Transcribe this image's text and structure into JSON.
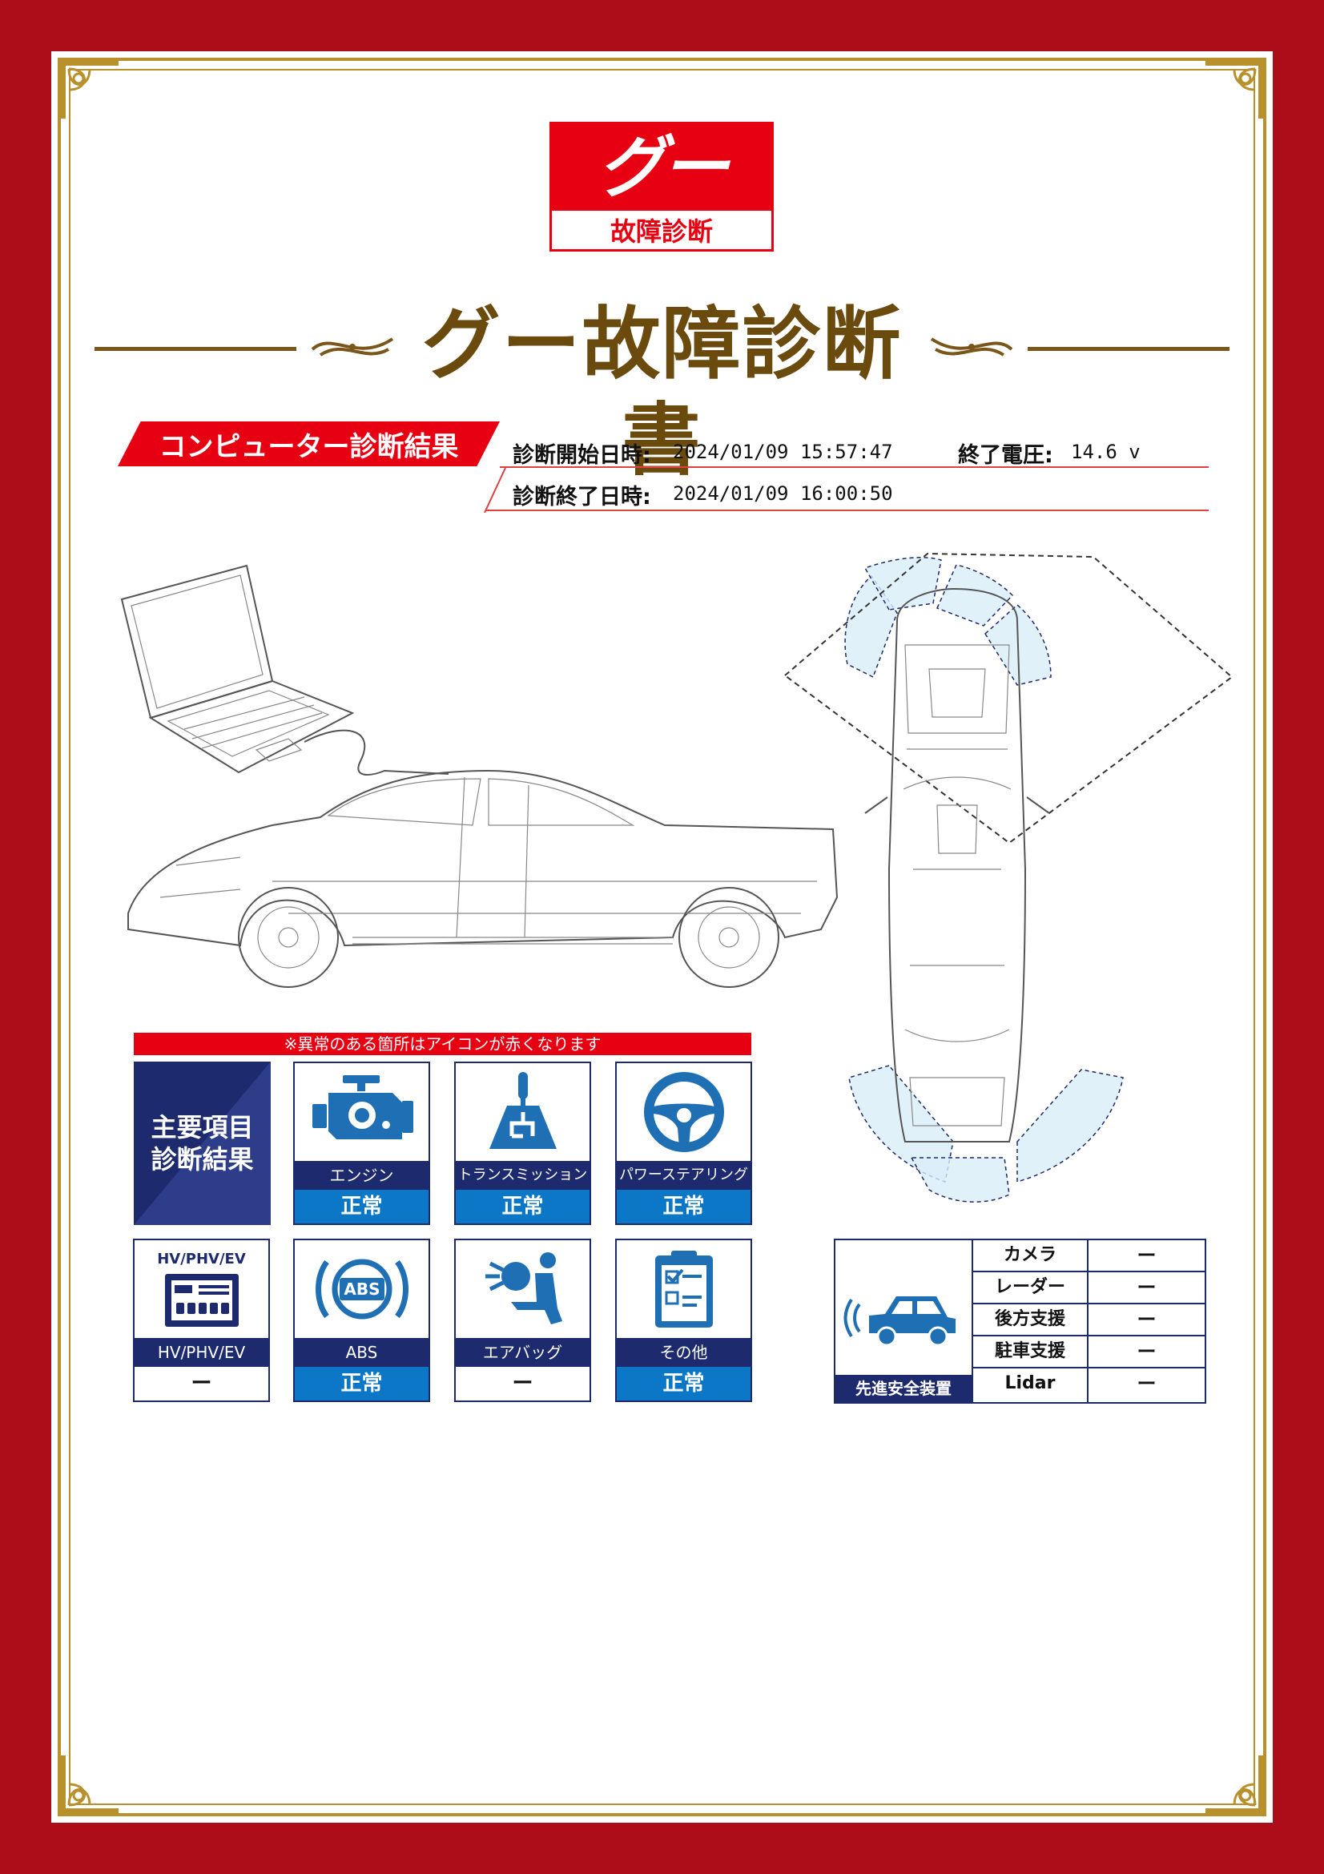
{
  "logo": {
    "mark": "グー",
    "subtitle": "故障診断"
  },
  "title": "グー故障診断書",
  "section": {
    "label": "コンピューター診断結果"
  },
  "diagnosis": {
    "start_label": "診断開始日時:",
    "start_value": "2024/01/09 15:57:47",
    "end_label": "診断終了日時:",
    "end_value": "2024/01/09 16:00:50",
    "voltage_label": "終了電圧:",
    "voltage_value": "14.6 v"
  },
  "notice": "※異常のある箇所はアイコンが赤くなります",
  "main_items": {
    "line1": "主要項目",
    "line2": "診断結果"
  },
  "items": [
    {
      "name": "エンジン",
      "result": "正常",
      "icon": "engine-icon"
    },
    {
      "name": "トランスミッション",
      "result": "正常",
      "icon": "gear-shift-icon"
    },
    {
      "name": "パワーステアリング",
      "result": "正常",
      "icon": "steering-wheel-icon"
    },
    {
      "name": "HV/PHV/EV",
      "result": "ー",
      "icon": "battery-icon",
      "icon_label": "HV/PHV/EV"
    },
    {
      "name": "ABS",
      "result": "正常",
      "icon": "abs-icon",
      "icon_label": "ABS"
    },
    {
      "name": "エアバッグ",
      "result": "ー",
      "icon": "airbag-icon"
    },
    {
      "name": "その他",
      "result": "正常",
      "icon": "clipboard-icon"
    }
  ],
  "adas": {
    "caption": "先進安全装置",
    "rows": [
      {
        "label": "カメラ",
        "value": "ー"
      },
      {
        "label": "レーダー",
        "value": "ー"
      },
      {
        "label": "後方支援",
        "value": "ー"
      },
      {
        "label": "駐車支援",
        "value": "ー"
      },
      {
        "label": "Lidar",
        "value": "ー"
      }
    ]
  },
  "colors": {
    "border_red": "#ad0d19",
    "accent_red": "#e60012",
    "gold": "#b8912c",
    "title_brown": "#6b4a0e",
    "navy": "#1d2a6e",
    "ok_blue": "#0b77c6",
    "icon_blue": "#1f6fb5"
  }
}
